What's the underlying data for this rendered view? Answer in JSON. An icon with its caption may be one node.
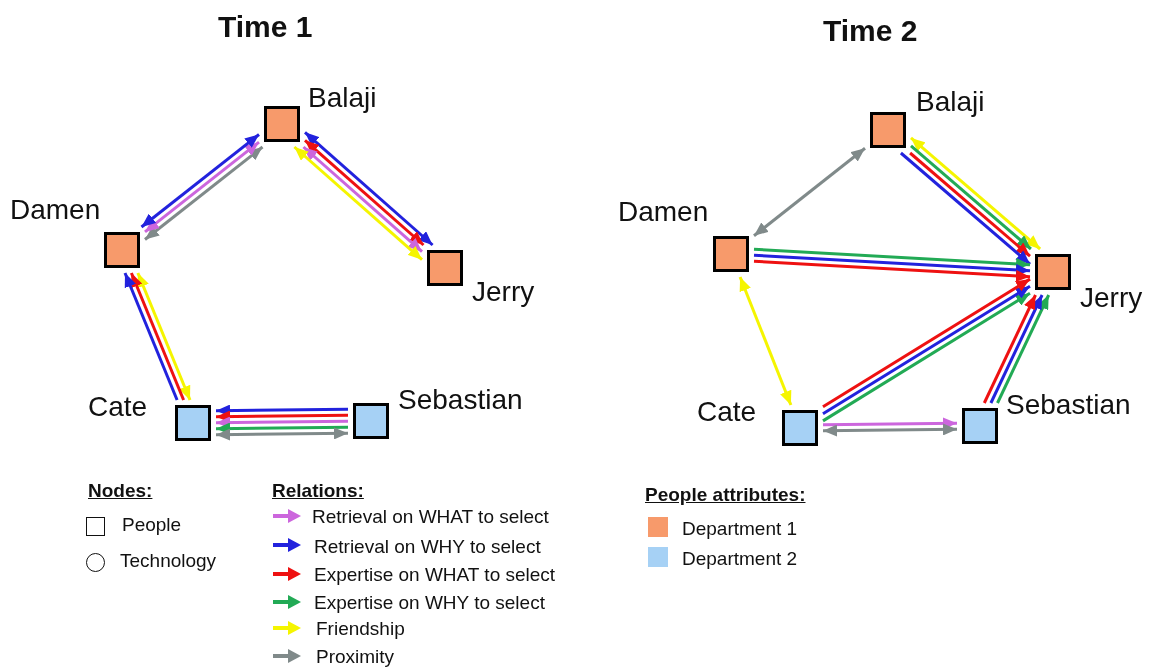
{
  "diagram": {
    "nodes": [
      {
        "text": [
          "Balaji"
        ]
      },
      {
        "text": [
          "Damen"
        ]
      },
      {
        "text": [
          "Jerry"
        ]
      },
      {
        "text": [
          "Cate"
        ]
      },
      {
        "text": [
          "Sebastian"
        ]
      },
      {
        "text": [
          "Balaji"
        ]
      },
      {
        "text": [
          "Damen"
        ]
      },
      {
        "text": [
          "Jerry"
        ]
      },
      {
        "text": [
          "Cate"
        ]
      },
      {
        "text": [
          "Sebastian"
        ]
      }
    ],
    "edges": [
      {
        "from": 0,
        "to": 1,
        "arrow": "both",
        "color": "#808a8a"
      },
      {
        "from": 0,
        "to": 1,
        "arrow": "both",
        "color": "#cc66dd"
      },
      {
        "from": 0,
        "to": 1,
        "arrow": "both",
        "color": "#2222dd"
      },
      {
        "from": 0,
        "to": 2,
        "arrow": "both",
        "color": "#2222dd"
      },
      {
        "from": 0,
        "to": 2,
        "arrow": "both",
        "color": "#ee1111"
      },
      {
        "from": 0,
        "to": 2,
        "arrow": "both",
        "color": "#cc66dd"
      },
      {
        "from": 0,
        "to": 2,
        "arrow": "both",
        "color": "#f5f500"
      },
      {
        "from": 1,
        "to": 3,
        "arrow": "both",
        "color": "#f5f500"
      },
      {
        "from": 3,
        "to": 1,
        "arrow": "to",
        "color": "#ee1111"
      },
      {
        "from": 3,
        "to": 1,
        "arrow": "to",
        "color": "#2222dd"
      },
      {
        "from": 4,
        "to": 3,
        "arrow": "to",
        "color": "#2222dd"
      },
      {
        "from": 4,
        "to": 3,
        "arrow": "to",
        "color": "#ee1111"
      },
      {
        "from": 4,
        "to": 3,
        "arrow": "to",
        "color": "#cc66dd"
      },
      {
        "from": 4,
        "to": 3,
        "arrow": "to",
        "color": "#22aa55"
      },
      {
        "from": 3,
        "to": 4,
        "arrow": "both",
        "color": "#808a8a"
      },
      {
        "from": 5,
        "to": 6,
        "arrow": "both",
        "color": "#808a8a"
      },
      {
        "from": 5,
        "to": 7,
        "arrow": "both",
        "color": "#f5f500"
      },
      {
        "from": 5,
        "to": 7,
        "arrow": "to",
        "color": "#22aa55"
      },
      {
        "from": 5,
        "to": 7,
        "arrow": "to",
        "color": "#ee1111"
      },
      {
        "from": 5,
        "to": 7,
        "arrow": "to",
        "color": "#2222dd"
      },
      {
        "from": 6,
        "to": 7,
        "arrow": "to",
        "color": "#22aa55"
      },
      {
        "from": 6,
        "to": 7,
        "arrow": "to",
        "color": "#2222dd"
      },
      {
        "from": 6,
        "to": 7,
        "arrow": "to",
        "color": "#ee1111"
      },
      {
        "from": 6,
        "to": 8,
        "arrow": "both",
        "color": "#f5f500"
      },
      {
        "from": 8,
        "to": 7,
        "arrow": "to",
        "color": "#22aa55"
      },
      {
        "from": 8,
        "to": 7,
        "arrow": "to",
        "color": "#2222dd"
      },
      {
        "from": 8,
        "to": 7,
        "arrow": "to",
        "color": "#ee1111"
      },
      {
        "from": 9,
        "to": 7,
        "arrow": "to",
        "color": "#22aa55"
      },
      {
        "from": 9,
        "to": 7,
        "arrow": "to",
        "color": "#2222dd"
      },
      {
        "from": 9,
        "to": 7,
        "arrow": "to",
        "color": "#ee1111"
      },
      {
        "from": 8,
        "to": 9,
        "arrow": "to",
        "color": "#cc66dd"
      },
      {
        "from": 8,
        "to": 9,
        "arrow": "both",
        "color": "#808a8a"
      }
    ],
    "labels": [
      "Time 1",
      "Time 2",
      "Nodes:",
      "Relations:",
      "People attributes:"
    ],
    "legend": [
      {
        "text": "People"
      },
      {
        "text": "Technology"
      },
      {
        "text": "Retrieval on WHAT to select",
        "color": "#cc66dd"
      },
      {
        "text": "Retrieval on WHY to select",
        "color": "#2222dd"
      },
      {
        "text": "Expertise on WHAT to select",
        "color": "#ee1111"
      },
      {
        "text": "Expertise on WHY to select",
        "color": "#22aa55"
      },
      {
        "text": "Friendship",
        "color": "#f5f500"
      },
      {
        "text": "Proximity",
        "color": "#808a8a"
      },
      {
        "text": "Department 1",
        "color": "#f79a6b"
      },
      {
        "text": "Department 2",
        "color": "#a6d1f5"
      }
    ]
  }
}
